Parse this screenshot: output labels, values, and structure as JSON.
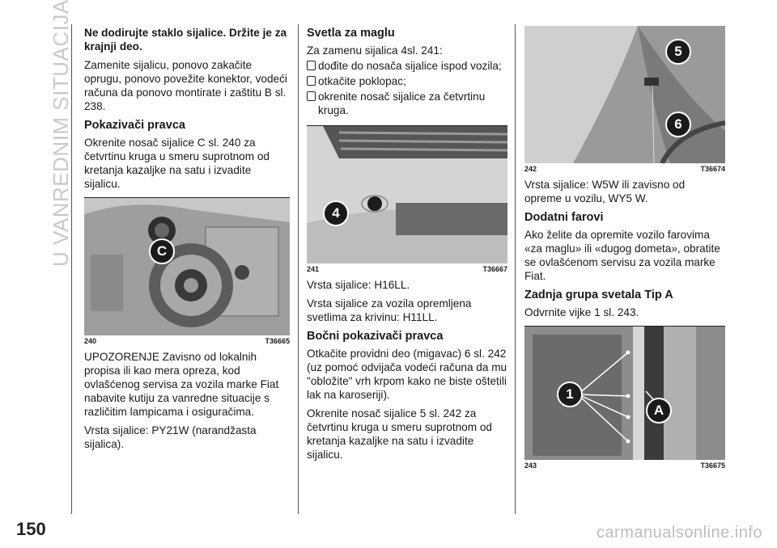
{
  "sidebar": {
    "section_title": "U VANREDNIM SITUACIJAMA"
  },
  "col1": {
    "intro_bold": "Ne dodirujte staklo sijalice. Držite je za krajnji deo.",
    "intro_text": "Zamenite sijalicu, ponovo zakačite oprugu, ponovo povežite konektor, vodeći računa da ponovo montirate i zaštitu B sl. 238.",
    "h_pokazivaci": "Pokazivači pravca",
    "pokazivaci_text": "Okrenite nosač sijalice C sl. 240 za četvrtinu kruga u smeru suprotnom od kretanja kazaljke na satu i izvadite sijalicu.",
    "fig240_num": "240",
    "fig240_code": "T36665",
    "fig240_marker": "C",
    "warning": "UPOZORENJE Zavisno od lokalnih propisa ili kao mera opreza, kod ovlašćenog servisa za vozila marke Fiat nabavite kutiju za vanredne situacije s različitim lampicama i osiguračima.",
    "bulb_type": "Vrsta sijalice: PY21W (narandžasta sijalica)."
  },
  "col2": {
    "h_svetla": "Svetla za maglu",
    "svetla_intro": "Za zamenu sijalica 4sl. 241:",
    "bullets": [
      "dođite do nosača sijalice ispod vozila;",
      "otkačite poklopac;",
      "okrenite nosač sijalice za četvrtinu kruga."
    ],
    "fig241_num": "241",
    "fig241_code": "T36667",
    "fig241_marker": "4",
    "bulb1": "Vrsta sijalice: H16LL.",
    "bulb2": "Vrsta sijalice za vozila opremljena svetlima za krivinu: H11LL.",
    "h_bocni": "Bočni pokazivači pravca",
    "bocni_1": "Otkačite providni deo (migavac) 6 sl. 242 (uz pomoć odvijača vodeći računa da mu \"obložite\" vrh krpom kako ne biste oštetili lak na karoseriji).",
    "bocni_2": "Okrenite nosač sijalice 5 sl. 242 za četvrtinu kruga u smeru suprotnom od kretanja kazaljke na satu i izvadite sijalicu."
  },
  "col3": {
    "fig242_num": "242",
    "fig242_code": "T36674",
    "fig242_marker_a": "5",
    "fig242_marker_b": "6",
    "bulb242": "Vrsta sijalice: W5W ili zavisno od opreme u vozilu, WY5 W.",
    "h_dodatni": "Dodatni farovi",
    "dodatni_text": "Ako želite da opremite vozilo farovima «za maglu» ili «dugog dometa», obratite se ovlašćenom servisu za vozila marke Fiat.",
    "h_zadnja": "Zadnja grupa svetala Tip A",
    "zadnja_text": "Odvrnite vijke 1 sl. 243.",
    "fig243_num": "243",
    "fig243_code": "T36675",
    "fig243_marker_a": "1",
    "fig243_marker_b": "A"
  },
  "footer": {
    "page_number": "150",
    "watermark": "carmanualsonline.info"
  }
}
